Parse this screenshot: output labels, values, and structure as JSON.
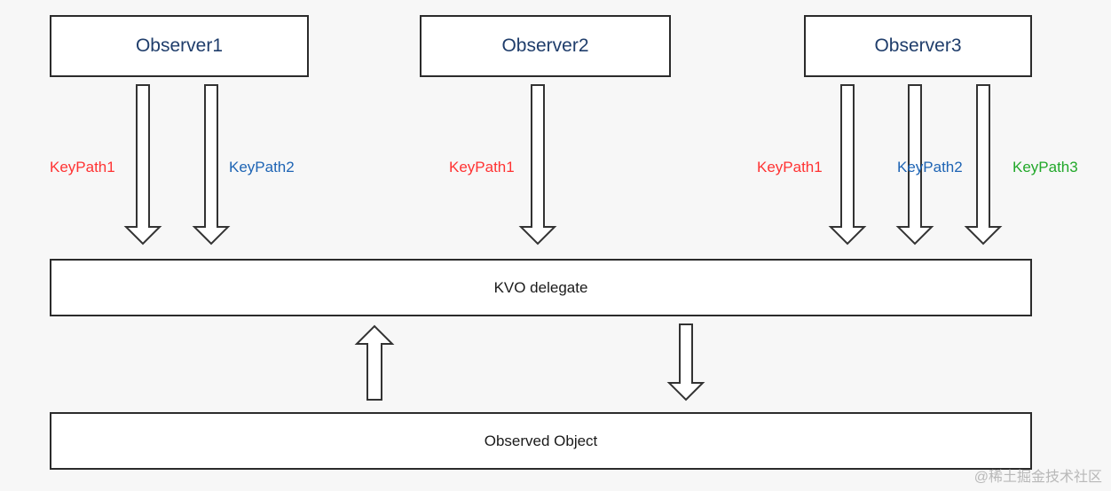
{
  "observers": [
    {
      "label": "Observer1"
    },
    {
      "label": "Observer2"
    },
    {
      "label": "Observer3"
    }
  ],
  "key_paths": [
    {
      "label": "KeyPath1",
      "color": "#ff3333"
    },
    {
      "label": "KeyPath2",
      "color": "#1e64b4"
    },
    {
      "label": "KeyPath1",
      "color": "#ff3333"
    },
    {
      "label": "KeyPath1",
      "color": "#ff3333"
    },
    {
      "label": "KeyPath2",
      "color": "#1e64b4"
    },
    {
      "label": "KeyPath3",
      "color": "#22a82a"
    }
  ],
  "delegate": {
    "label": "KVO delegate"
  },
  "observed": {
    "label": "Observed Object"
  },
  "watermark": "@稀土掘金技术社区"
}
